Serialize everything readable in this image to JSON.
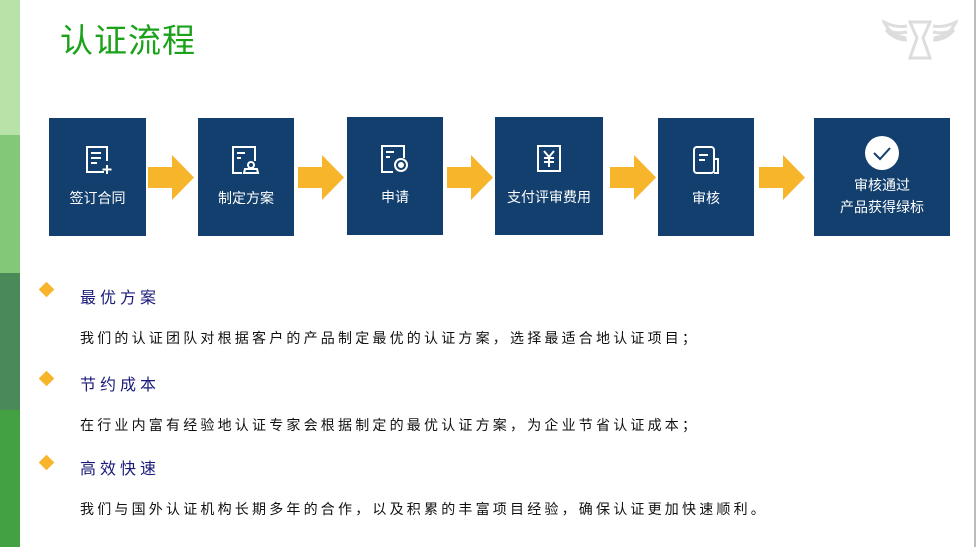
{
  "title": "认证流程",
  "steps": [
    {
      "label": "签订合同",
      "icon": "document-add-icon"
    },
    {
      "label": "制定方案",
      "icon": "document-person-icon"
    },
    {
      "label": "申请",
      "icon": "document-badge-icon"
    },
    {
      "label": "支付评审费用",
      "icon": "yen-receipt-icon"
    },
    {
      "label": "审核",
      "icon": "document-review-icon"
    },
    {
      "label": "审核通过",
      "label2": "产品获得绿标",
      "icon": "check-circle-icon"
    }
  ],
  "sections": [
    {
      "heading": "最优方案",
      "text": "我们的认证团队对根据客户的产品制定最优的认证方案，选择最适合地认证项目；"
    },
    {
      "heading": "节约成本",
      "text": "在行业内富有经验地认证专家会根据制定的最优认证方案，为企业节省认证成本；"
    },
    {
      "heading": "高效快速",
      "text": "我们与国外认证机构长期多年的合作，以及积累的丰富项目经验，确保认证更加快速顺利。"
    }
  ],
  "colors": {
    "title": "#1aa21a",
    "box": "#123f6d",
    "arrow": "#f7b52c",
    "heading": "#1a1a7a"
  }
}
